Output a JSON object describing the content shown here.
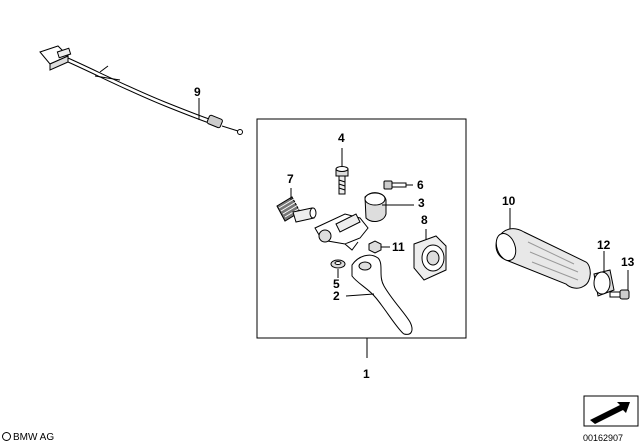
{
  "callouts": {
    "c1": "1",
    "c2": "2",
    "c3": "3",
    "c4": "4",
    "c5": "5",
    "c6": "6",
    "c7": "7",
    "c8": "8",
    "c9": "9",
    "c10": "10",
    "c11": "11",
    "c12": "12",
    "c13": "13"
  },
  "footer": {
    "copyright": "BMW AG",
    "diagram_number": "00162907"
  },
  "colors": {
    "line": "#000000",
    "part_fill": "#ffffff",
    "shade": "#cfcfcf"
  }
}
